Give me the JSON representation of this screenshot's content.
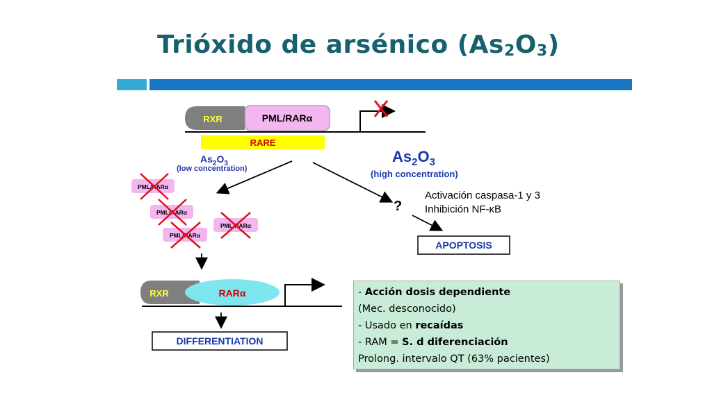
{
  "title": {
    "main": "Trióxido de arsénico (As",
    "sub1": "2",
    "mid": "O",
    "sub2": "3",
    "end": ")"
  },
  "colors": {
    "title": "#17606e",
    "accent_light": "#36a9d6",
    "accent_dark": "#1775c2",
    "notes_bg": "#c8ecd8"
  },
  "diagram": {
    "top_gene": {
      "rxr": "RXR",
      "pml_rar": "PML/RARα",
      "rare": "RARE"
    },
    "low": {
      "formula_main": "As",
      "formula_sub1": "2",
      "formula_mid": "O",
      "formula_sub2": "3",
      "label": "(low concentration)"
    },
    "high": {
      "formula_main": "As",
      "formula_sub1": "2",
      "formula_mid": "O",
      "formula_sub2": "3",
      "label": "(high concentration)"
    },
    "crossed_labels": [
      "PML/RARα",
      "PML/RARα",
      "PML/RARα",
      "PML/RARα"
    ],
    "question": "?",
    "effects": [
      "Activación caspasa-1 y 3",
      "Inhibición NF-κB"
    ],
    "apoptosis": "APOPTOSIS",
    "bottom_gene": {
      "rxr": "RXR",
      "rar": "RARα"
    },
    "differentiation": "DIFFERENTIATION"
  },
  "notes": {
    "line1_prefix": "- ",
    "line1_bold": "Acción dosis dependiente",
    "line2": "(Mec. desconocido)",
    "line3_prefix": "- Usado en ",
    "line3_bold": "recaídas",
    "line4_prefix": "- RAM = ",
    "line4_bold": "S. d diferenciación",
    "line5": "Prolong. intervalo QT (63% pacientes)"
  }
}
